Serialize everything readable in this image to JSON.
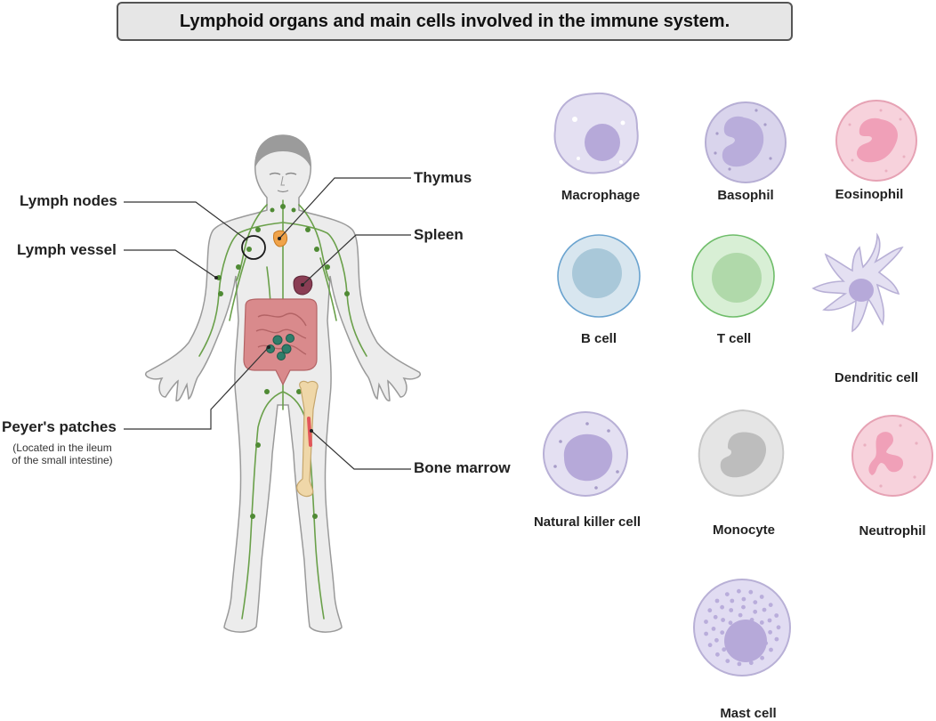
{
  "title": "Lymphoid organs and main cells involved in the immune system.",
  "organs": {
    "lymph_nodes": "Lymph nodes",
    "lymph_vessel": "Lymph vessel",
    "thymus": "Thymus",
    "spleen": "Spleen",
    "peyers_patches": "Peyer's patches",
    "peyers_note_line1": "(Located in the ileum",
    "peyers_note_line2": "of the small intestine)",
    "bone_marrow": "Bone marrow"
  },
  "cells": {
    "macrophage": "Macrophage",
    "basophil": "Basophil",
    "eosinophil": "Eosinophil",
    "b_cell": "B cell",
    "t_cell": "T cell",
    "dendritic_cell": "Dendritic cell",
    "natural_killer_cell": "Natural killer cell",
    "monocyte": "Monocyte",
    "neutrophil": "Neutrophil",
    "mast_cell": "Mast cell"
  }
}
